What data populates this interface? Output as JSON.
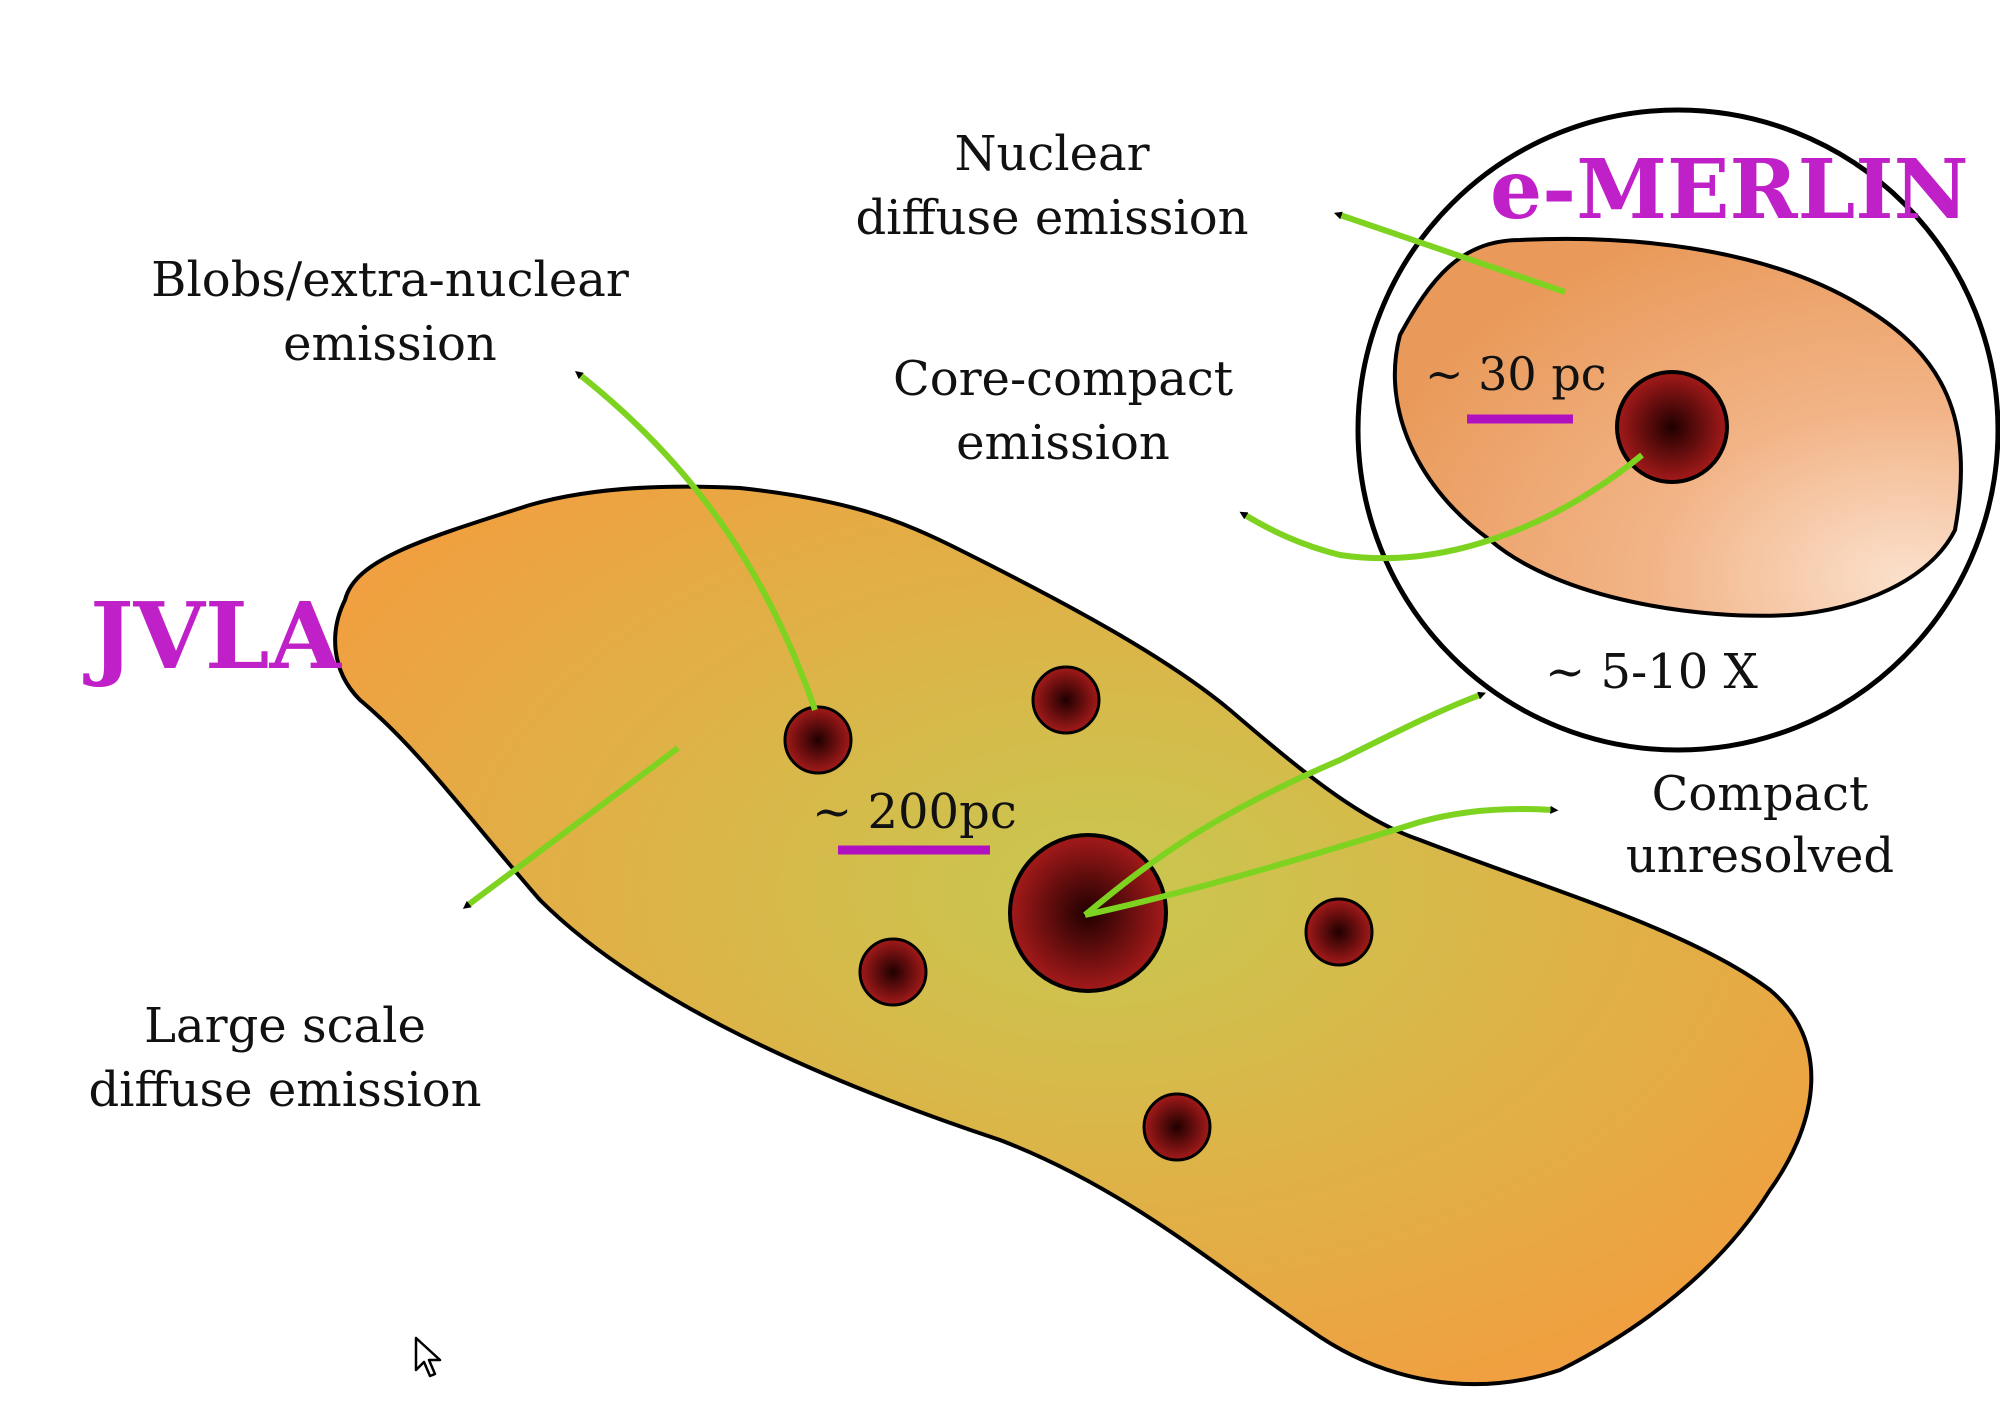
{
  "telescopes": {
    "jvla": "JVLA",
    "emerlin": "e-MERLIN"
  },
  "labels": {
    "blobs_line1": "Blobs/extra-nuclear",
    "blobs_line2": "emission",
    "large_line1": "Large scale",
    "large_line2": "diffuse emission",
    "nuclear_line1": "Nuclear",
    "nuclear_line2": "diffuse emission",
    "core_line1": "Core-compact",
    "core_line2": "emission",
    "compact_line1": "Compact",
    "compact_line2": "unresolved",
    "zoom": "~ 5-10 X"
  },
  "scales": {
    "jvla": "~ 200pc",
    "emerlin": "~ 30 pc"
  },
  "colors": {
    "telescope_label": "#c020c8",
    "arrow_line": "#7ed321",
    "scale_bar": "#b010c0",
    "region_edge": "#f0a040",
    "region_center": "#c8c850",
    "inset_center": "#fbe0cc",
    "inset_edge": "#e99a5a",
    "blob_core": "#200000",
    "blob_edge": "#a51a1a"
  }
}
